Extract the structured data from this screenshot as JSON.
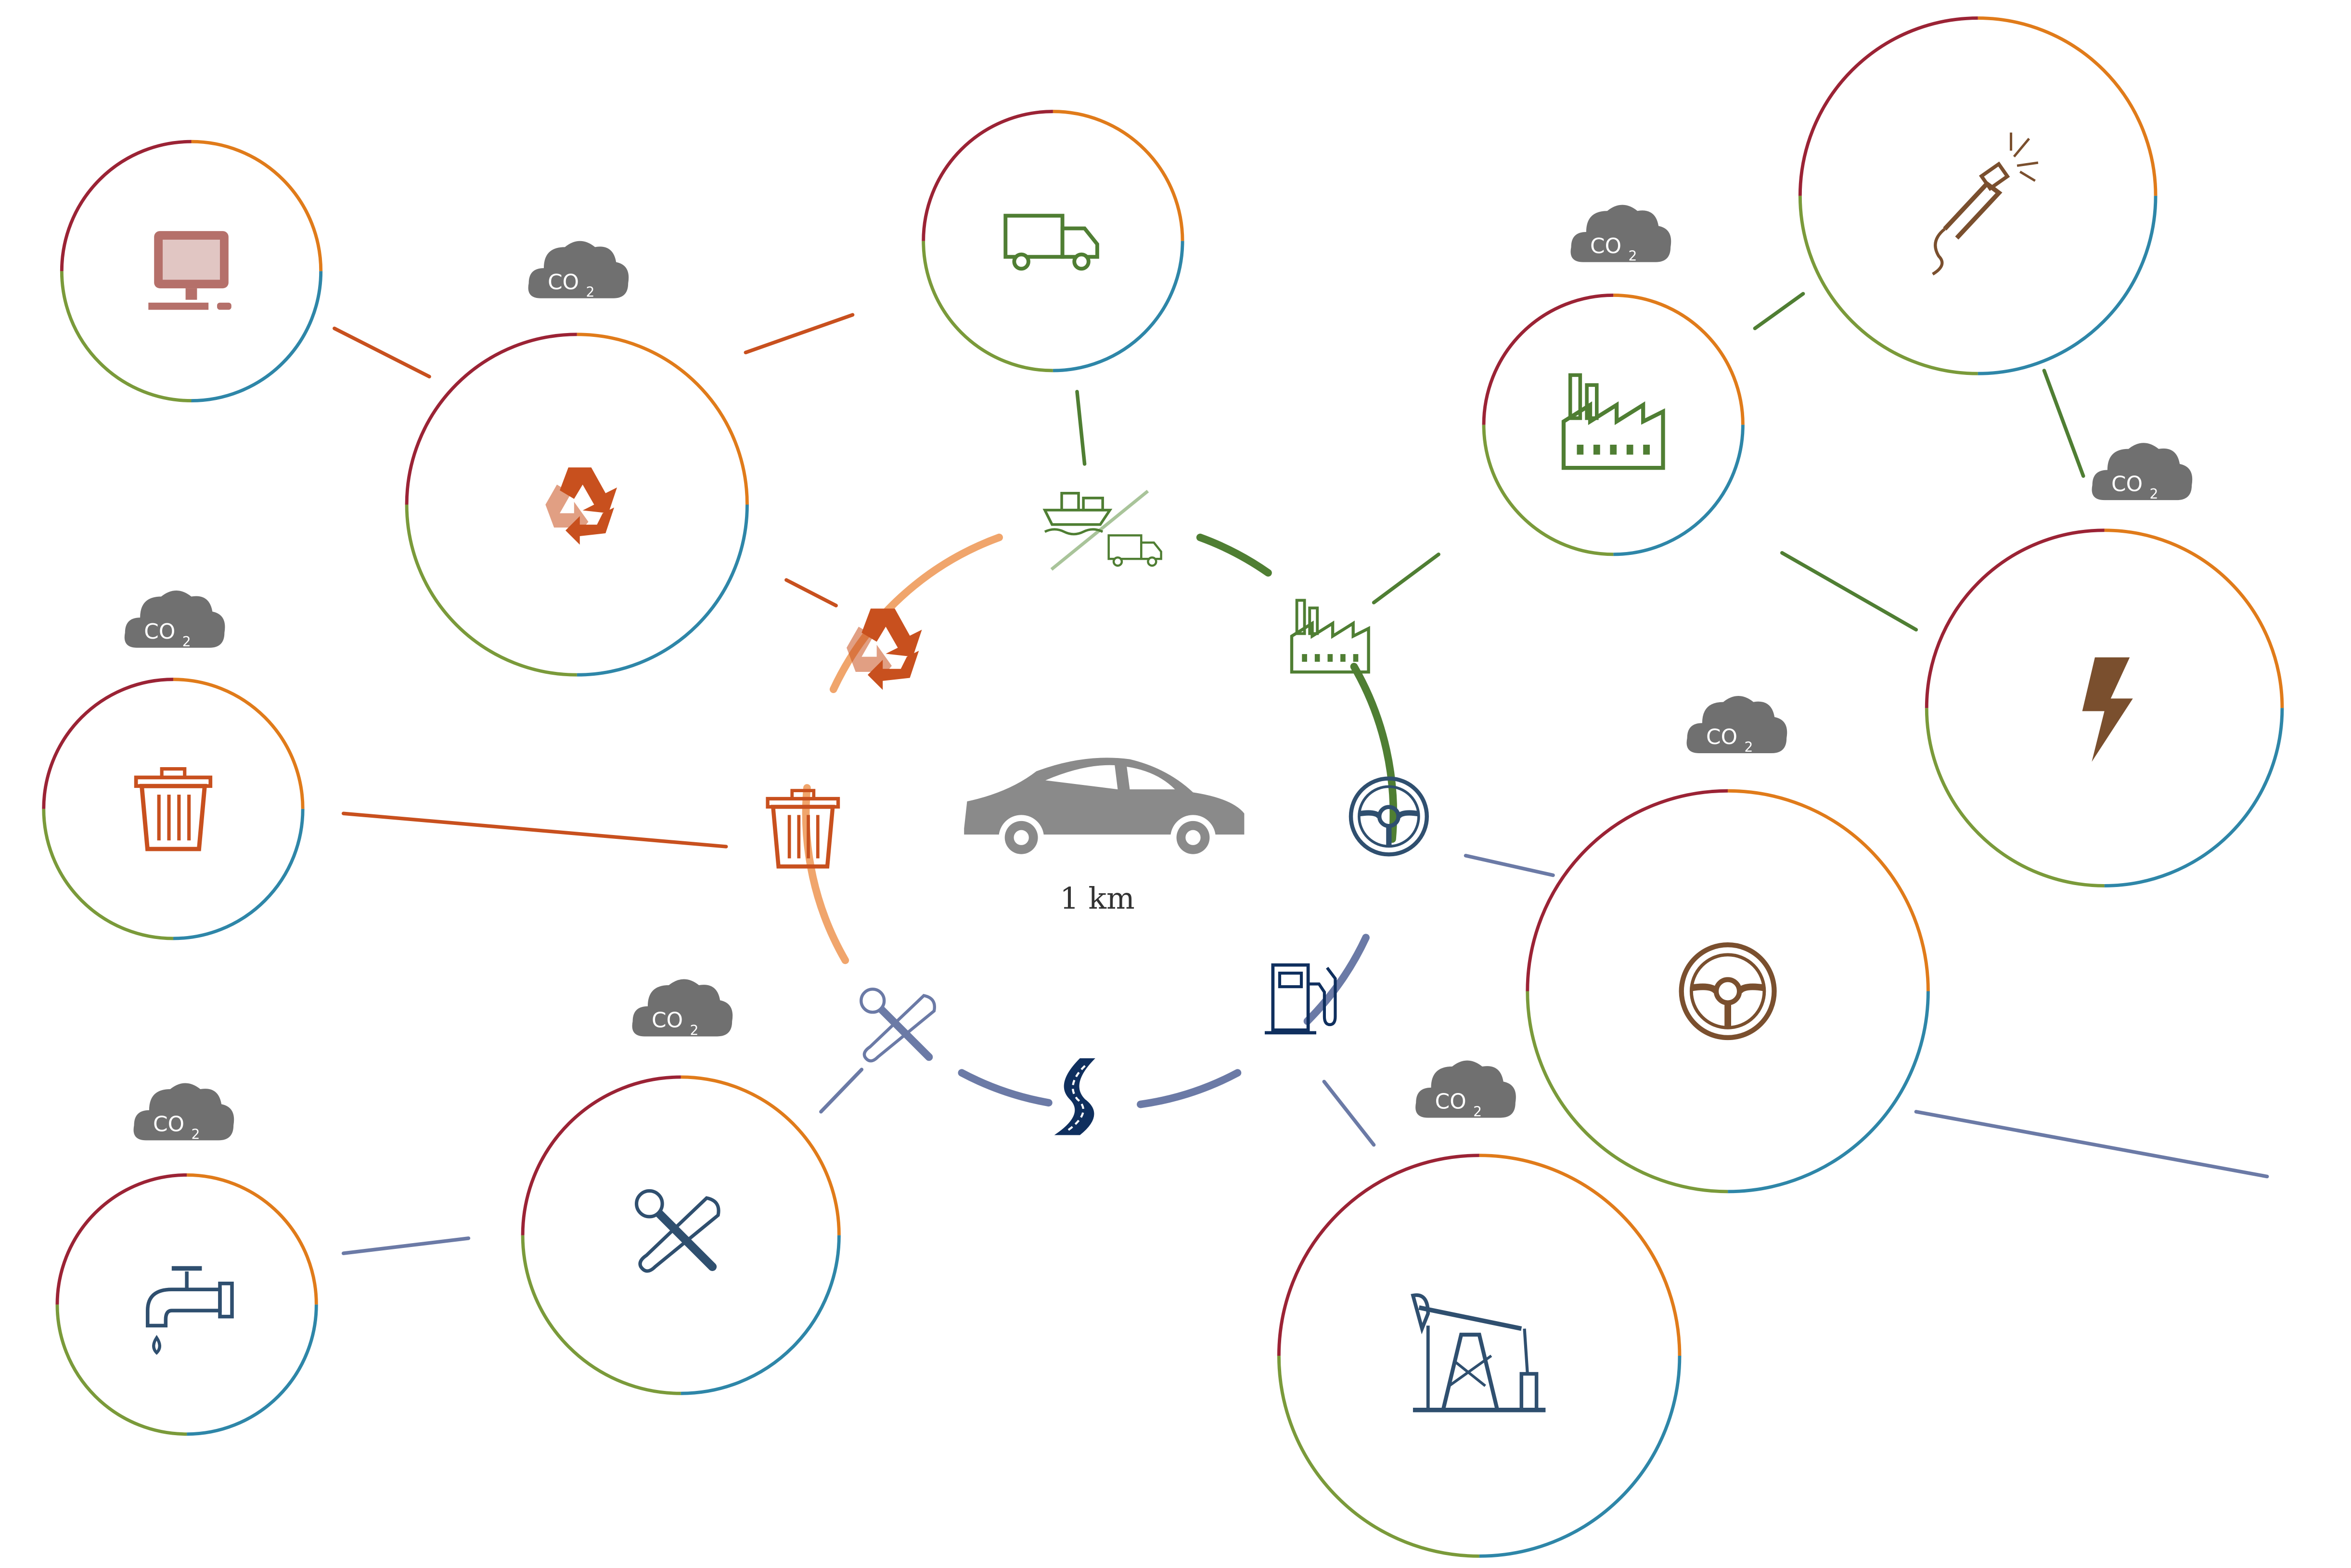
{
  "center": {
    "distance_label": "1 km"
  },
  "co2_badge": {
    "text": "CO",
    "subscript": "2"
  },
  "colors": {
    "recycle_orange": "#c8501e",
    "light_orange": "#f0a56c",
    "green": "#4f7e33",
    "blue": "#6b7aa6",
    "navy": "#0f2f5e",
    "teal": "#2f4f6f",
    "brown": "#7a4f2e",
    "pink_brown": "#b5706a",
    "ring_red": "#9b2335",
    "ring_orange": "#e07b1a",
    "ring_blue": "#2e86a8",
    "ring_green": "#7a9a3a",
    "cloud_grey": "#707070",
    "car_grey": "#8a8a8a"
  },
  "cycle_stages": [
    {
      "name": "transport",
      "icon": "ship-truck-icon",
      "color": "green"
    },
    {
      "name": "manufacturing",
      "icon": "factory-icon",
      "color": "green"
    },
    {
      "name": "driving",
      "icon": "steering-wheel-icon",
      "color": "teal"
    },
    {
      "name": "fuel",
      "icon": "fuel-pump-icon",
      "color": "navy"
    },
    {
      "name": "road",
      "icon": "road-icon",
      "color": "navy"
    },
    {
      "name": "maintenance",
      "icon": "tools-icon",
      "color": "blue"
    },
    {
      "name": "disposal",
      "icon": "trash-icon",
      "color": "recycle_orange"
    },
    {
      "name": "recycling",
      "icon": "recycle-icon",
      "color": "recycle_orange"
    }
  ],
  "satellite_nodes": [
    {
      "name": "computer",
      "icon": "computer-icon",
      "has_co2": false
    },
    {
      "name": "recycling",
      "icon": "recycle-icon",
      "has_co2": true
    },
    {
      "name": "truck",
      "icon": "truck-icon",
      "has_co2": false
    },
    {
      "name": "factory",
      "icon": "factory-icon",
      "has_co2": true
    },
    {
      "name": "welding",
      "icon": "welding-torch-icon",
      "has_co2": false
    },
    {
      "name": "electricity",
      "icon": "lightning-icon",
      "has_co2": true
    },
    {
      "name": "trash",
      "icon": "trash-icon",
      "has_co2": true
    },
    {
      "name": "steering",
      "icon": "steering-wheel-icon",
      "has_co2": true
    },
    {
      "name": "tools",
      "icon": "tools-icon",
      "has_co2": true
    },
    {
      "name": "water",
      "icon": "water-tap-icon",
      "has_co2": true
    },
    {
      "name": "oil",
      "icon": "oil-pump-icon",
      "has_co2": true
    }
  ]
}
